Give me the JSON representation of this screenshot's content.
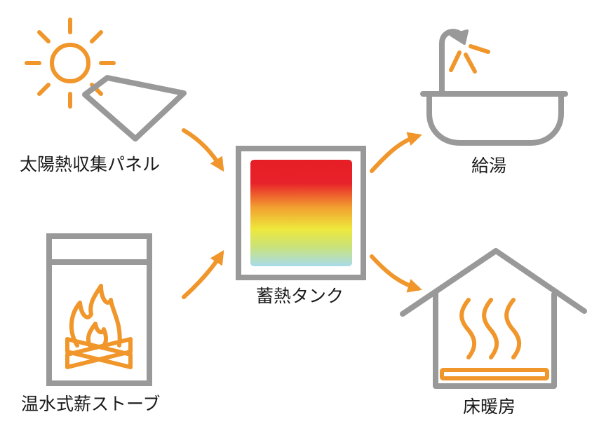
{
  "nodes": {
    "solar_panel": {
      "label": "太陽熱収集パネル"
    },
    "wood_stove": {
      "label": "温水式薪ストーブ"
    },
    "storage_tank": {
      "label": "蓄熱タンク"
    },
    "hot_water": {
      "label": "給湯"
    },
    "floor_heating": {
      "label": "床暖房"
    }
  },
  "colors": {
    "accent": "#f0962a",
    "gray": "#999999",
    "tank_gradient": [
      "#e61e25",
      "#f08a2a",
      "#eee83c",
      "#a8dcec"
    ]
  },
  "icons": [
    "sun-icon",
    "panel-icon",
    "stove-icon",
    "flame-icon",
    "tank-icon",
    "bathtub-icon",
    "shower-icon",
    "house-icon",
    "heat-waves-icon"
  ]
}
